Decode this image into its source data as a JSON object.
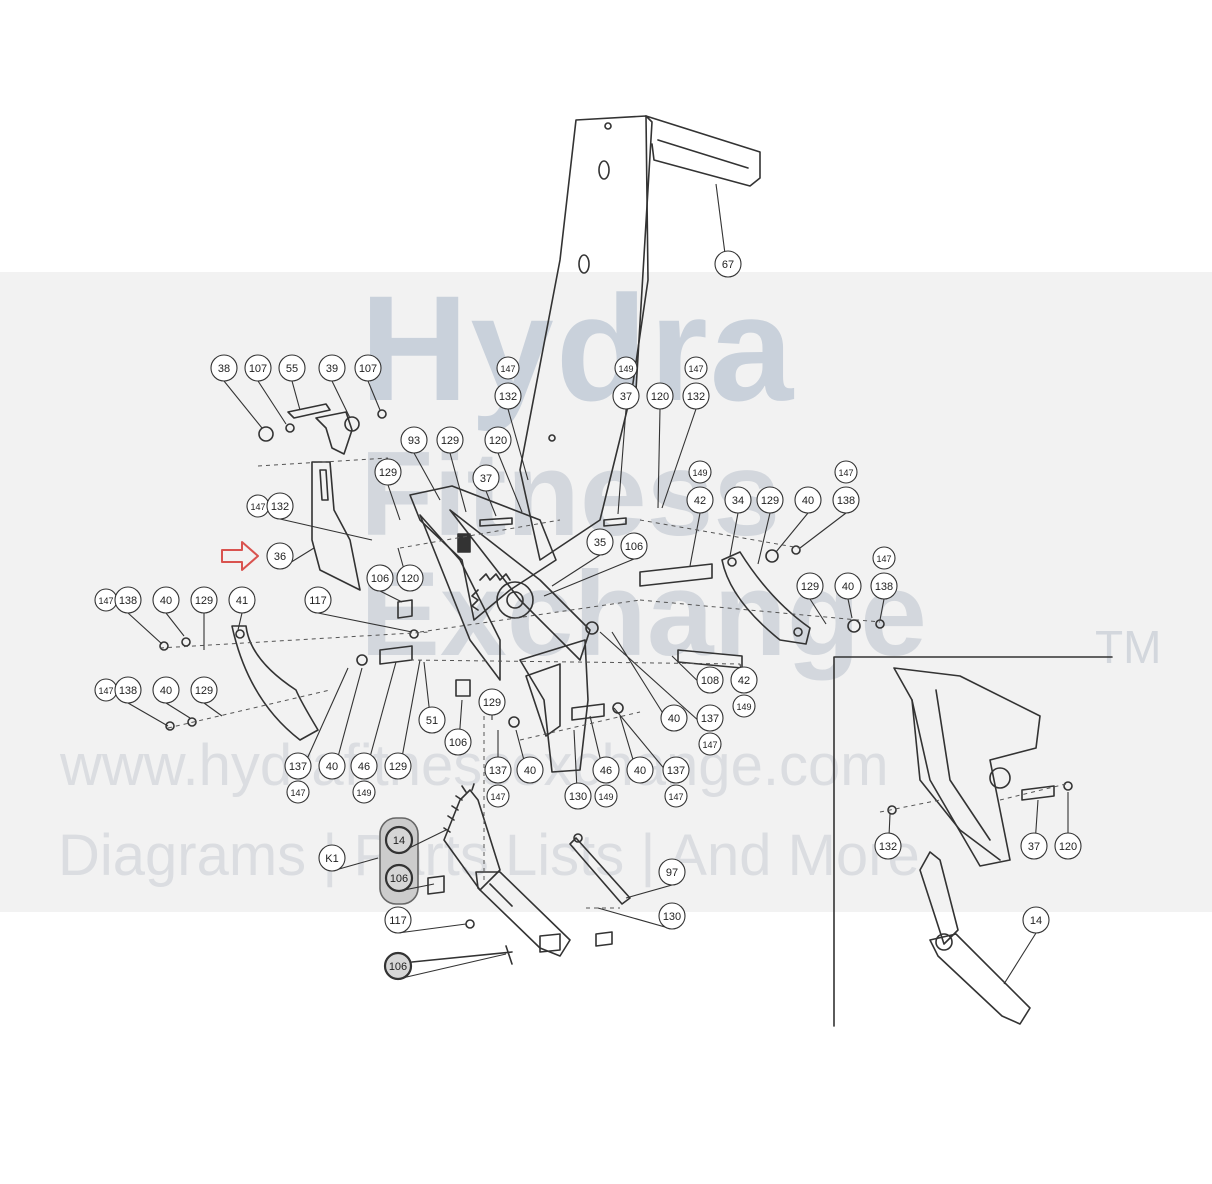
{
  "watermark": {
    "brand_line1": "Hydra",
    "brand_line2": "Fitness",
    "brand_line3": "Exchange",
    "trademark": "TM",
    "url": "www.hydrafitnessexchange.com",
    "tagline": "Diagrams | Parts Lists | And More"
  },
  "colors": {
    "line": "#333333",
    "callout_fill": "#ffffff",
    "pointer_arrow": "#d9534f",
    "watermark_band": "#e8e8e8"
  },
  "callouts": [
    {
      "id": "c67",
      "label": "67"
    },
    {
      "id": "c38",
      "label": "38"
    },
    {
      "id": "c107a",
      "label": "107"
    },
    {
      "id": "c55",
      "label": "55"
    },
    {
      "id": "c39",
      "label": "39"
    },
    {
      "id": "c107b",
      "label": "107"
    },
    {
      "id": "c147a",
      "label": "147"
    },
    {
      "id": "c132a",
      "label": "132"
    },
    {
      "id": "c149a",
      "label": "149"
    },
    {
      "id": "c37a",
      "label": "37"
    },
    {
      "id": "c120a",
      "label": "120"
    },
    {
      "id": "c147b",
      "label": "147"
    },
    {
      "id": "c132b",
      "label": "132"
    },
    {
      "id": "c93",
      "label": "93"
    },
    {
      "id": "c129a",
      "label": "129"
    },
    {
      "id": "c120b",
      "label": "120"
    },
    {
      "id": "c129b",
      "label": "129"
    },
    {
      "id": "c37b",
      "label": "37"
    },
    {
      "id": "c149b",
      "label": "149"
    },
    {
      "id": "c42a",
      "label": "42"
    },
    {
      "id": "c147c",
      "label": "147"
    },
    {
      "id": "c132c",
      "label": "132"
    },
    {
      "id": "c34",
      "label": "34"
    },
    {
      "id": "c129c",
      "label": "129"
    },
    {
      "id": "c40a",
      "label": "40"
    },
    {
      "id": "c147d",
      "label": "147"
    },
    {
      "id": "c138a",
      "label": "138"
    },
    {
      "id": "c36",
      "label": "36"
    },
    {
      "id": "c120c",
      "label": "120"
    },
    {
      "id": "c35",
      "label": "35"
    },
    {
      "id": "c106a",
      "label": "106"
    },
    {
      "id": "c147e",
      "label": "147"
    },
    {
      "id": "c138b",
      "label": "138"
    },
    {
      "id": "c106b",
      "label": "106"
    },
    {
      "id": "c147f",
      "label": "147"
    },
    {
      "id": "c138c",
      "label": "138"
    },
    {
      "id": "c40b",
      "label": "40"
    },
    {
      "id": "c129d",
      "label": "129"
    },
    {
      "id": "c41",
      "label": "41"
    },
    {
      "id": "c117a",
      "label": "117"
    },
    {
      "id": "c129e",
      "label": "129"
    },
    {
      "id": "c40c",
      "label": "40"
    },
    {
      "id": "c108",
      "label": "108"
    },
    {
      "id": "c42b",
      "label": "42"
    },
    {
      "id": "c149c",
      "label": "149"
    },
    {
      "id": "c147g",
      "label": "147"
    },
    {
      "id": "c138d",
      "label": "138"
    },
    {
      "id": "c40d",
      "label": "40"
    },
    {
      "id": "c129f",
      "label": "129"
    },
    {
      "id": "c51",
      "label": "51"
    },
    {
      "id": "c106c",
      "label": "106"
    },
    {
      "id": "c129g",
      "label": "129"
    },
    {
      "id": "c40e",
      "label": "40"
    },
    {
      "id": "c137a",
      "label": "137"
    },
    {
      "id": "c147h",
      "label": "147"
    },
    {
      "id": "c137b",
      "label": "137"
    },
    {
      "id": "c147i",
      "label": "147"
    },
    {
      "id": "c40f",
      "label": "40"
    },
    {
      "id": "c46a",
      "label": "46"
    },
    {
      "id": "c149d",
      "label": "149"
    },
    {
      "id": "c129h",
      "label": "129"
    },
    {
      "id": "c137c",
      "label": "137"
    },
    {
      "id": "c147j",
      "label": "147"
    },
    {
      "id": "c40g",
      "label": "40"
    },
    {
      "id": "c130a",
      "label": "130"
    },
    {
      "id": "c46b",
      "label": "46"
    },
    {
      "id": "c149e",
      "label": "149"
    },
    {
      "id": "c40h",
      "label": "40"
    },
    {
      "id": "c137d",
      "label": "137"
    },
    {
      "id": "c147k",
      "label": "147"
    },
    {
      "id": "c14a",
      "label": "14"
    },
    {
      "id": "cK1",
      "label": "K1"
    },
    {
      "id": "c106d",
      "label": "106"
    },
    {
      "id": "c97",
      "label": "97"
    },
    {
      "id": "c117b",
      "label": "117"
    },
    {
      "id": "c130b",
      "label": "130"
    },
    {
      "id": "c106e",
      "label": "106"
    },
    {
      "id": "c132d",
      "label": "132"
    },
    {
      "id": "c37c",
      "label": "37"
    },
    {
      "id": "c120d",
      "label": "120"
    },
    {
      "id": "c14b",
      "label": "14"
    }
  ]
}
